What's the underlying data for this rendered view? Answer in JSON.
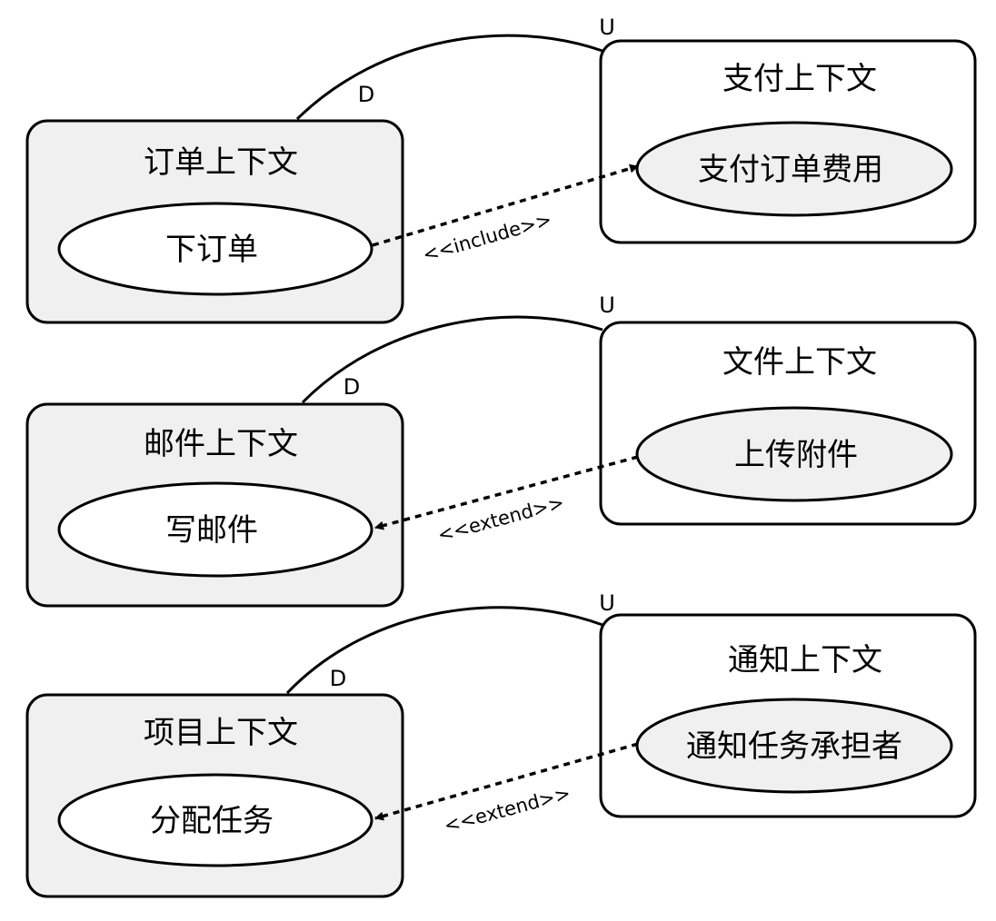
{
  "colors": {
    "downstream_fill": "#f0f0f0",
    "upstream_fill": "#ffffff",
    "downstream_usecase_fill": "#ffffff",
    "upstream_usecase_fill": "#f0f0f0",
    "stroke": "#000000"
  },
  "groups": [
    {
      "downstream": {
        "title": "订单上下文",
        "usecase": "下订单"
      },
      "upstream": {
        "title": "支付上下文",
        "usecase": "支付订单费用"
      },
      "up_label": "U",
      "down_label": "D",
      "relation": "<<include>>",
      "direction": "downstream-to-upstream"
    },
    {
      "downstream": {
        "title": "邮件上下文",
        "usecase": "写邮件"
      },
      "upstream": {
        "title": "文件上下文",
        "usecase": "上传附件"
      },
      "up_label": "U",
      "down_label": "D",
      "relation": "<<extend>>",
      "direction": "upstream-to-downstream"
    },
    {
      "downstream": {
        "title": "项目上下文",
        "usecase": "分配任务"
      },
      "upstream": {
        "title": "通知上下文",
        "usecase": "通知任务承担者"
      },
      "up_label": "U",
      "down_label": "D",
      "relation": "<<extend>>",
      "direction": "upstream-to-downstream"
    }
  ]
}
